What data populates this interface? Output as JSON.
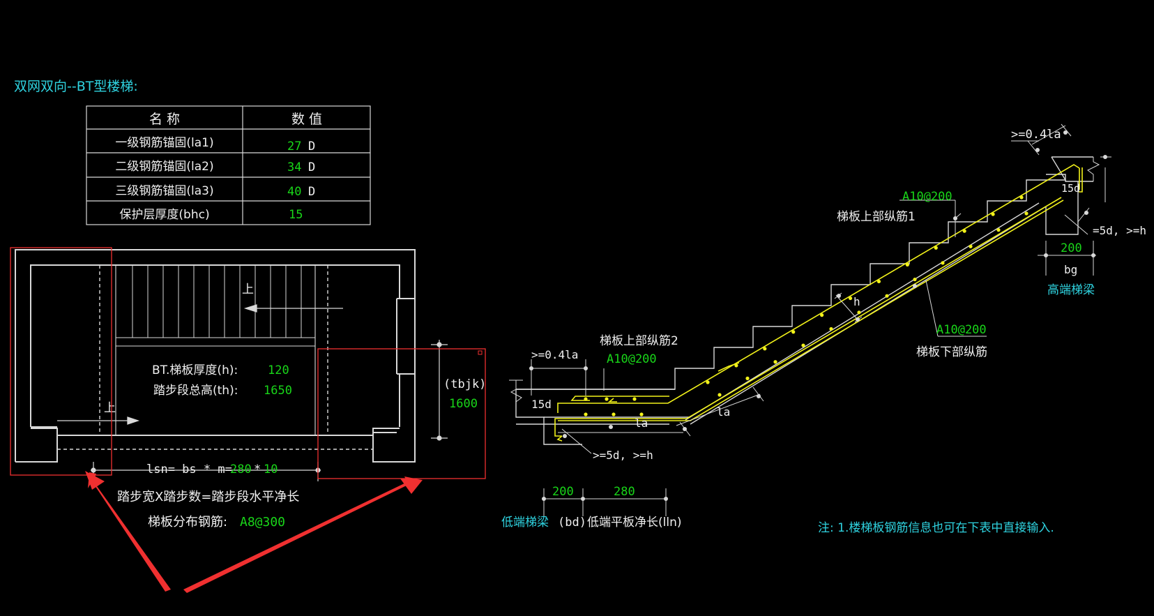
{
  "colors": {
    "background": "#000000",
    "line": "#d9d9d9",
    "cyan": "#2fd3e0",
    "green": "#19d619",
    "yellow": "#f2f21a",
    "red": "#f03030",
    "white": "#f0f0f0"
  },
  "title": "双网双向--BT型楼梯:",
  "table": {
    "headers": [
      "名  称",
      "数  值"
    ],
    "rows": [
      {
        "name": "一级钢筋锚固(la1)",
        "value": "27",
        "unit": "D"
      },
      {
        "name": "二级钢筋锚固(la2)",
        "value": "34",
        "unit": "D"
      },
      {
        "name": "三级钢筋锚固(la3)",
        "value": "40",
        "unit": "D"
      },
      {
        "name": "保护层厚度(bhc)",
        "value": "15",
        "unit": ""
      }
    ]
  },
  "plan": {
    "up_label": "上",
    "thickness_label": "BT.梯板厚度(h):",
    "thickness_value": "120",
    "total_height_label": "踏步段总高(th):",
    "total_height_value": "1650",
    "tbjk_label": "(tbjk)",
    "tbjk_value": "1600",
    "lsn_label": "lsn= bs * m=",
    "lsn_bs": "280",
    "lsn_times": "*",
    "lsn_m": "10",
    "caption_1": "踏步宽X踏步数=踏步段水平净长",
    "dist_rebar_label": "梯板分布钢筋:",
    "dist_rebar_value": "A8@300"
  },
  "section": {
    "top_anchor": ">=0.4la",
    "upper_rebar1_spec": "A10@200",
    "upper_rebar1_label": "梯板上部纵筋1",
    "hook_15d_right": "15d",
    "hook_5d_right": "=5d, >=h",
    "high_beam_value": "200",
    "high_beam_label": "bg",
    "high_beam_name": "高端梯梁",
    "h_label": "h",
    "lower_rebar_spec": "A10@200",
    "lower_rebar_label": "梯板下部纵筋",
    "left_anchor": ">=0.4la",
    "upper_rebar2_label": "梯板上部纵筋2",
    "upper_rebar2_spec": "A10@200",
    "hook_15d_left": "15d",
    "la_1": "la",
    "la_2": "la",
    "hook_5d_left": ">=5d, >=h",
    "low_beam_value": "200",
    "low_plate_value": "280",
    "low_beam_name": "低端梯梁",
    "low_beam_code": "(bd)",
    "low_plate_label": "低端平板净长(lln)"
  },
  "note": "注: 1.楼梯板钢筋信息也可在下表中直接输入."
}
